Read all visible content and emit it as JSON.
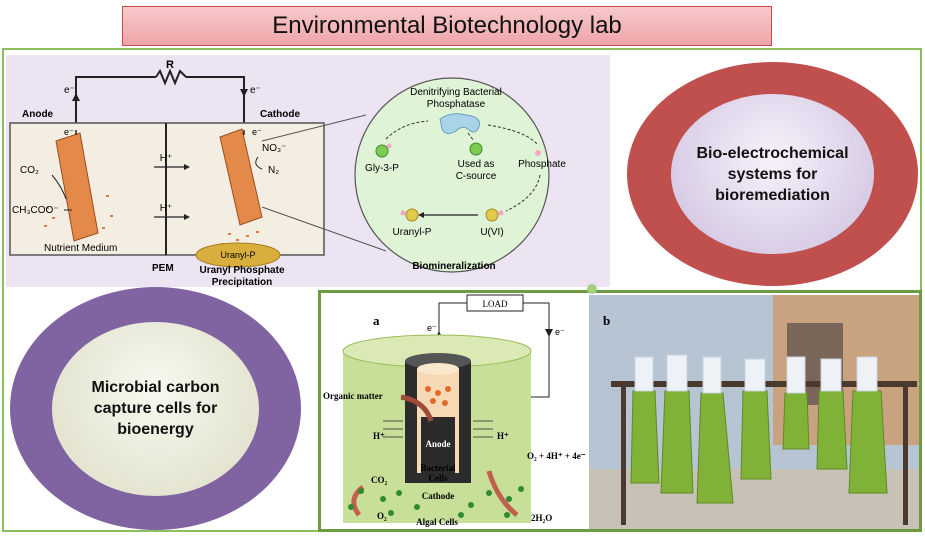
{
  "title": "Environmental Biotechnology lab",
  "panel_a": {
    "resistor": "R",
    "electron_left": "e⁻",
    "electron_right": "e⁻",
    "electron_anode": "e⁻",
    "electron_cathode": "e⁻",
    "anode": "Anode",
    "cathode": "Cathode",
    "co2": "CO₂",
    "acetate": "CH₃COO⁻",
    "proton_top": "H⁺",
    "proton_bottom": "H⁺",
    "nitrate": "NO₃⁻",
    "nitrogen": "N₂",
    "nutrient_medium": "Nutrient Medium",
    "pem": "PEM",
    "uranyl_p": "Uranyl-P",
    "uranyl_phosphate_line1": "Uranyl Phosphate",
    "uranyl_phosphate_line2": "Precipitation",
    "enzyme_line1": "Denitrifying Bacterial",
    "enzyme_line2": "Phosphatase",
    "gly": "Gly-3-P",
    "used_as_line1": "Used as",
    "used_as_line2": "C-source",
    "phosphate": "Phosphate",
    "uranyl_p_circle": "Uranyl-P",
    "u_vi": "U(VI)",
    "biomineralization": "Biomineralization"
  },
  "bes_label": {
    "line1": "Bio-electrochemical",
    "line2": "systems for",
    "line3": "bioremediation"
  },
  "mccc_label": {
    "line1": "Microbial carbon",
    "line2": "capture cells for",
    "line3": "bioenergy"
  },
  "panel_c": {
    "label_a": "a",
    "label_b": "b",
    "load": "LOAD",
    "electron_left": "e⁻",
    "electron_right": "e⁻",
    "organic_matter": "Organic matter",
    "anode": "Anode",
    "h_left": "H⁺",
    "h_right": "H⁺",
    "bacterial_line1": "Bacterial",
    "bacterial_line2": "Cells",
    "cathode": "Cathode",
    "co2": "CO₂",
    "o2": "O₂",
    "reaction": "O₂ + 4H⁺ + 4e⁻",
    "water": "2H₂O",
    "algal_cells": "Algal Cells"
  },
  "colors": {
    "title_fill": "#f2b8bb",
    "title_border": "#c9494f",
    "frame_green": "#8dbf5e",
    "ring_red": "#c0504d",
    "ring_purple": "#8064a2",
    "algae_green": "#7fb236",
    "electrode_orange": "#e3894a"
  }
}
